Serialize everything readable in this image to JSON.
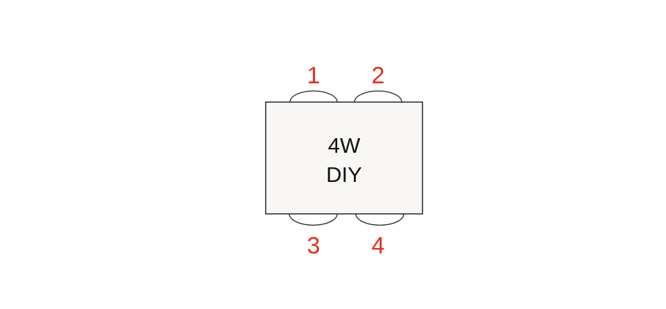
{
  "component": {
    "label_line1": "4W",
    "label_line2": "DIY"
  },
  "pins": [
    {
      "number": "1"
    },
    {
      "number": "2"
    },
    {
      "number": "3"
    },
    {
      "number": "4"
    }
  ],
  "colors": {
    "pin_number": "#e0301e",
    "box_fill": "#f8f7f5",
    "outline": "#222222"
  }
}
